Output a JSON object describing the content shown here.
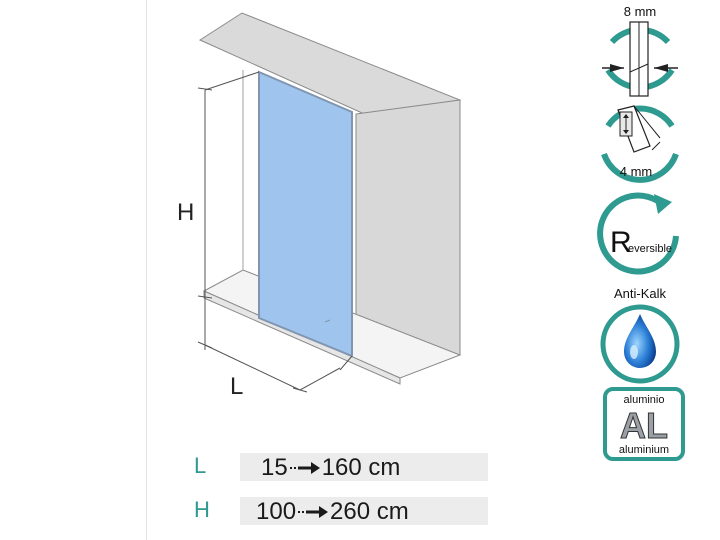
{
  "diagram": {
    "height_label": "H",
    "length_label": "L"
  },
  "dimensions": {
    "length": {
      "letter": "L",
      "from": "15",
      "to": "160 cm"
    },
    "height": {
      "letter": "H",
      "from": "100",
      "to": "260 cm"
    }
  },
  "features": {
    "glass_thickness": "8 mm",
    "fixing_thickness": "4 mm",
    "reversible": {
      "letter": "R",
      "text": "eversible"
    },
    "anti_limescale": "Anti-Kalk",
    "aluminium": {
      "top": "aluminio",
      "symbol": "AL",
      "bottom": "aluminium"
    }
  },
  "colors": {
    "accent_teal": "#2e9a90",
    "glass_blue": "#9fc5ef",
    "panel_grey": "#d9d9d9"
  }
}
